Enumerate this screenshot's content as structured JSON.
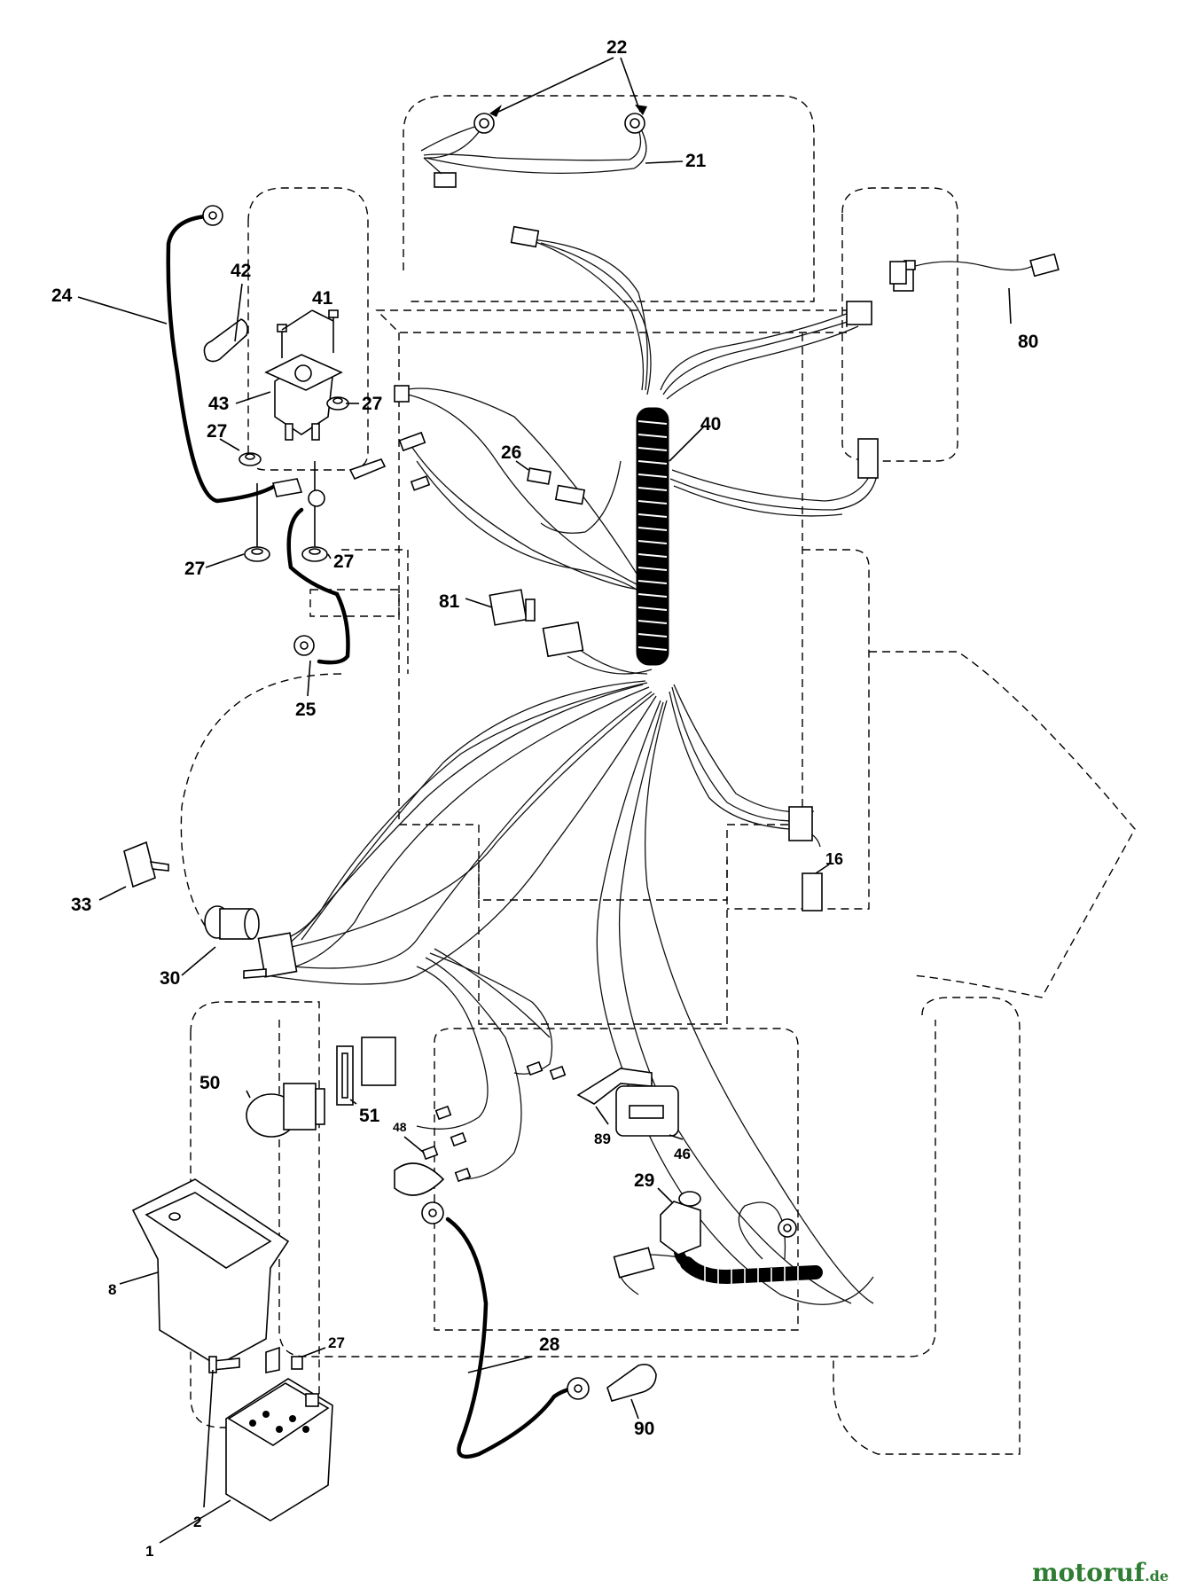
{
  "diagram": {
    "callouts": {
      "c1": "1",
      "c2": "2",
      "c8": "8",
      "c16": "16",
      "c21": "21",
      "c22": "22",
      "c24": "24",
      "c25": "25",
      "c26": "26",
      "c27a": "27",
      "c27b": "27",
      "c27c": "27",
      "c27d": "27",
      "c27e": "27",
      "c28": "28",
      "c29": "29",
      "c30": "30",
      "c33": "33",
      "c40": "40",
      "c41": "41",
      "c42": "42",
      "c43": "43",
      "c46": "46",
      "c48": "48",
      "c50": "50",
      "c51": "51",
      "c80": "80",
      "c81": "81",
      "c89": "89",
      "c90": "90"
    }
  },
  "watermark": {
    "main": "motoruf",
    "tld": ".de"
  },
  "colors": {
    "lines": "#000000",
    "background": "#ffffff",
    "watermark": "#2e7d32"
  }
}
